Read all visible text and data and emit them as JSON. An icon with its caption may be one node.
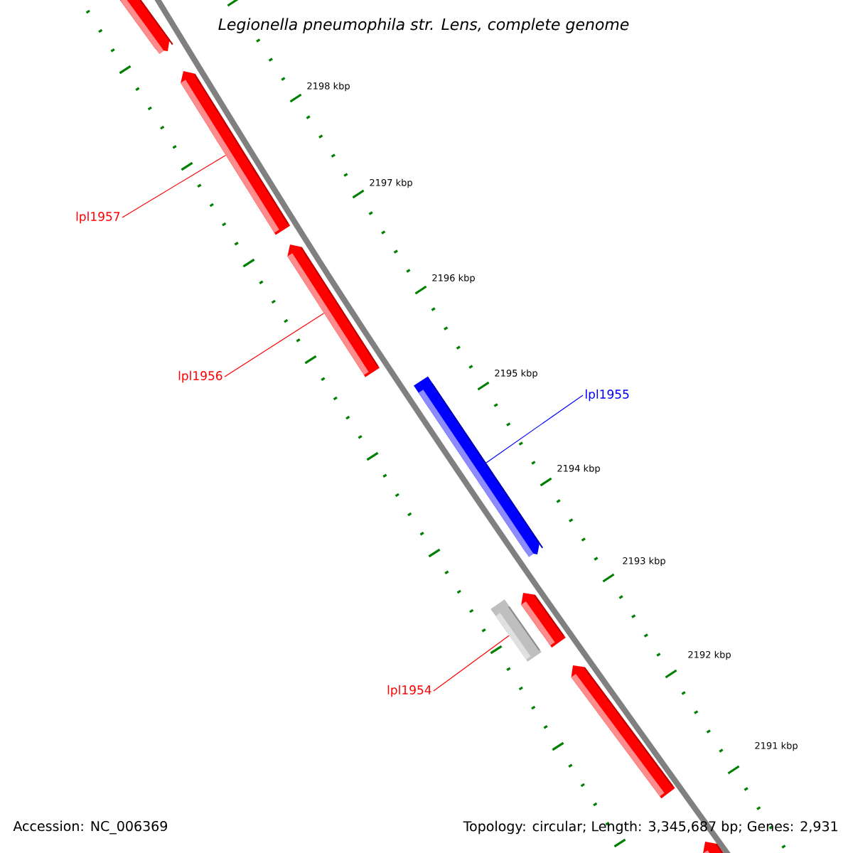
{
  "diagram": {
    "title": "Legionella pneumophila str. Lens, complete genome",
    "nodes": [
      {
        "text": [],
        "shape": "bar"
      },
      {
        "text": [],
        "shape": "bar"
      },
      {
        "text": [],
        "shape": "bar"
      },
      {
        "text": [],
        "shape": "bar"
      },
      {
        "text": [],
        "shape": "bar"
      },
      {
        "text": [],
        "shape": "bar"
      },
      {
        "text": [],
        "shape": "bar"
      },
      {
        "text": [],
        "shape": "bar"
      },
      {
        "text": [
          "lpl1957"
        ]
      },
      {
        "text": [
          "lpl1956"
        ]
      },
      {
        "text": [
          "lpl1955"
        ]
      },
      {
        "text": [
          "lpl1954"
        ]
      }
    ],
    "edges": [
      {
        "from": 8,
        "to": 1,
        "arrow": "none"
      },
      {
        "from": 9,
        "to": 2,
        "arrow": "none"
      },
      {
        "from": 10,
        "to": 3,
        "arrow": "none",
        "color": "#0000ff"
      },
      {
        "from": 11,
        "to": 4,
        "arrow": "none"
      }
    ],
    "labels": [
      "2198 kbp",
      "2197 kbp",
      "2196 kbp",
      "2195 kbp",
      "2194 kbp",
      "2193 kbp",
      "2192 kbp",
      "2191 kbp",
      "Accession: NC_006369",
      "Topology: circular; Length: 3,345,687 bp; Genes: 2,931"
    ]
  }
}
